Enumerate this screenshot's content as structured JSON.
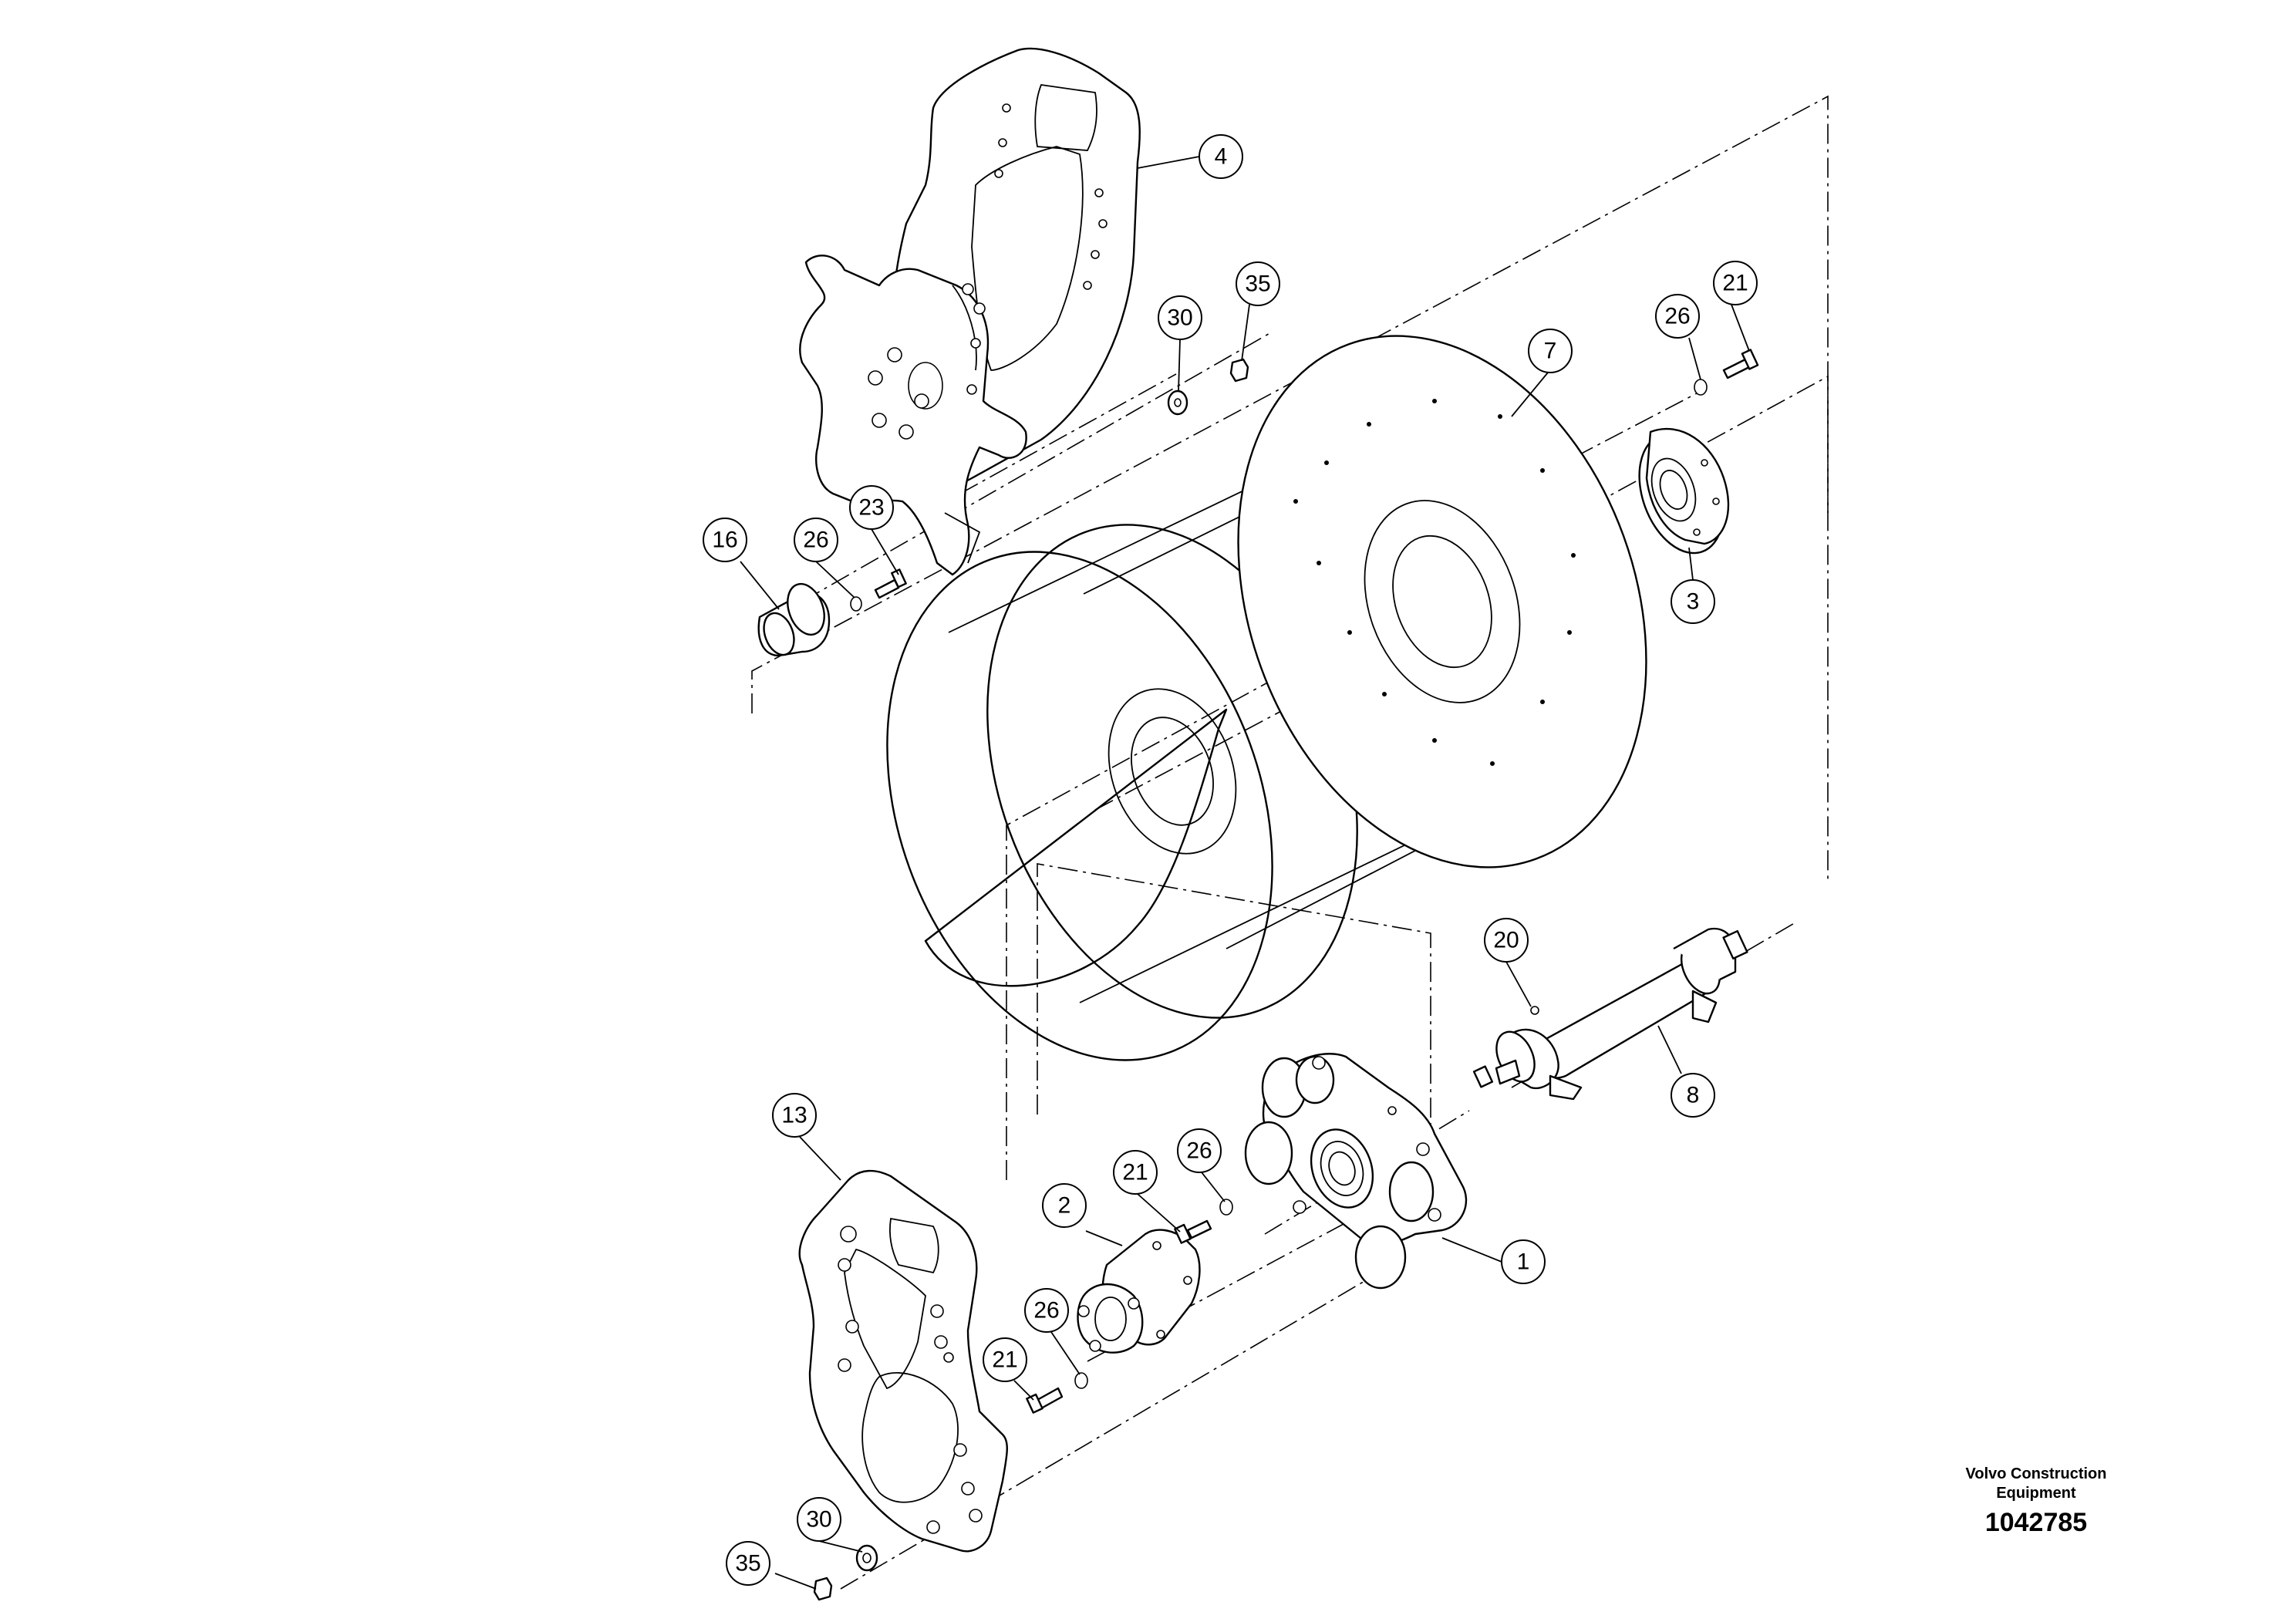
{
  "callouts": [
    "4",
    "35",
    "30",
    "21",
    "26",
    "7",
    "16",
    "26",
    "23",
    "3",
    "20",
    "8",
    "13",
    "26",
    "21",
    "2",
    "1",
    "26",
    "21",
    "30",
    "35"
  ],
  "brand": {
    "line1": "Volvo Construction",
    "line2": "Equipment"
  },
  "drawing_number": "1042785"
}
